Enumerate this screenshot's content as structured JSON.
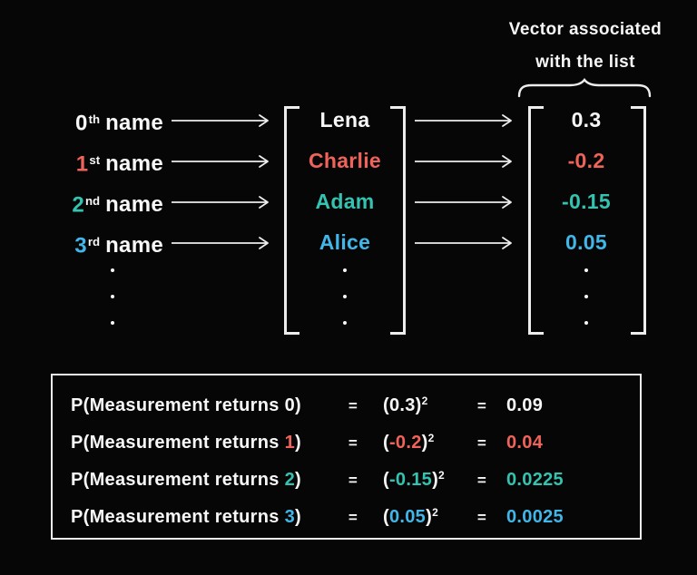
{
  "colors": {
    "background": "#060606",
    "white": "#f7f7f7",
    "red": "#f0635a",
    "teal": "#34c3b0",
    "blue": "#41b6e8",
    "line": "#ededed"
  },
  "icons": {
    "arrow_right": "⟶",
    "overbrace": "⏞",
    "vertical_ellipsis": "⋮"
  },
  "header": {
    "title_line1": "Vector associated",
    "title_line2": "with the list"
  },
  "diagram": {
    "rows": [
      {
        "index": "0",
        "ordinal": "th",
        "label": "name",
        "name": "Lena",
        "value": "0.3",
        "color": "white"
      },
      {
        "index": "1",
        "ordinal": "st",
        "label": "name",
        "name": "Charlie",
        "value": "-0.2",
        "color": "red"
      },
      {
        "index": "2",
        "ordinal": "nd",
        "label": "name",
        "name": "Adam",
        "value": "-0.15",
        "color": "teal"
      },
      {
        "index": "3",
        "ordinal": "rd",
        "label": "name",
        "name": "Alice",
        "value": "0.05",
        "color": "blue"
      }
    ]
  },
  "formulas": {
    "rows": [
      {
        "prefix": "P(Measurement returns ",
        "index": "0",
        "suffix": ")",
        "eq1": "=",
        "open": "(",
        "value": "0.3",
        "close": ")",
        "exp": "2",
        "eq2": "=",
        "result": "0.09",
        "color": "white"
      },
      {
        "prefix": "P(Measurement returns ",
        "index": "1",
        "suffix": ")",
        "eq1": "=",
        "open": "(",
        "value": "-0.2",
        "close": ")",
        "exp": "2",
        "eq2": "=",
        "result": "0.04",
        "color": "red"
      },
      {
        "prefix": "P(Measurement returns ",
        "index": "2",
        "suffix": ")",
        "eq1": "=",
        "open": "(",
        "value": "-0.15",
        "close": ")",
        "exp": "2",
        "eq2": "=",
        "result": "0.0225",
        "color": "teal"
      },
      {
        "prefix": "P(Measurement returns ",
        "index": "3",
        "suffix": ")",
        "eq1": "=",
        "open": "(",
        "value": "0.05",
        "close": ")",
        "exp": "2",
        "eq2": "=",
        "result": "0.0025",
        "color": "blue"
      }
    ]
  }
}
